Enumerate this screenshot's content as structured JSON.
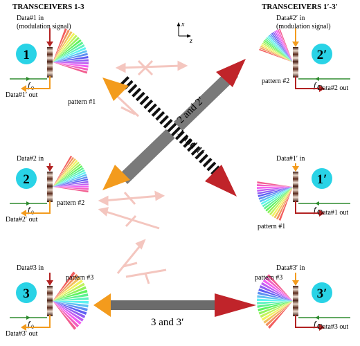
{
  "headers": {
    "left": "TRANSCEIVERS 1-3",
    "right": "TRANSCEIVERS 1′-3′"
  },
  "axes": {
    "x": "x",
    "z": "z"
  },
  "transceivers": [
    {
      "id": "1",
      "data_in": "Data#1 in",
      "data_in_note": "(modulation signal)",
      "data_out": "Data#1′ out",
      "freq": "f",
      "freq_sub": "0",
      "pattern": "pattern #1"
    },
    {
      "id": "2",
      "data_in": "Data#2 in",
      "data_out": "Data#2′ out",
      "freq": "f",
      "freq_sub": "0",
      "pattern": "pattern #2"
    },
    {
      "id": "3",
      "data_in": "Data#3 in",
      "data_out": "Data#3′ out",
      "freq": "f",
      "freq_sub": "0",
      "pattern": "pattern #3"
    },
    {
      "id": "2′",
      "data_in": "Data#2′ in",
      "data_in_note": "(modulation signal)",
      "data_out": "Data#2 out",
      "freq": "f",
      "freq_sub": "0",
      "pattern": "pattern #2"
    },
    {
      "id": "1′",
      "data_in": "Data#1′ in",
      "data_out": "Data#1 out",
      "freq": "f",
      "freq_sub": "0",
      "pattern": "pattern #1"
    },
    {
      "id": "3′",
      "data_in": "Data#3′ in",
      "data_out": "Data#3 out",
      "freq": "f",
      "freq_sub": "0",
      "pattern": "pattern #3"
    }
  ],
  "links": {
    "link_22": "2 and 2′",
    "link_11": "1 and 1′",
    "link_33": "3 and 3′"
  },
  "colors": {
    "badge": "#29d3e6",
    "red_arrow": "#b22222",
    "orange": "#f39b1d",
    "green": "#2e8b2e",
    "beam": "#777777",
    "faded": "#f2b8b0"
  }
}
